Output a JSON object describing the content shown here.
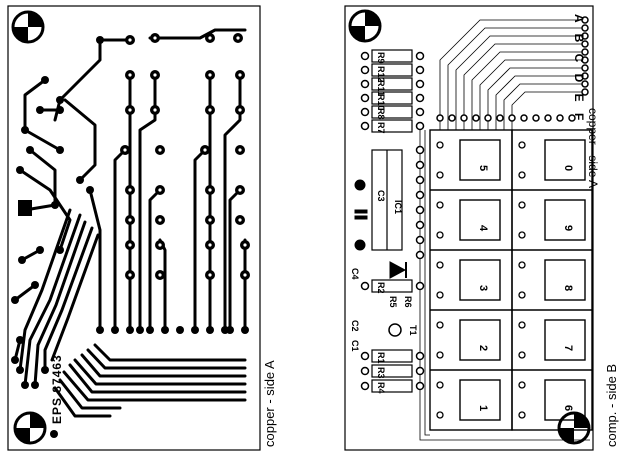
{
  "left_board": {
    "side_label": "copper - side A",
    "code_label": "EPS 87463"
  },
  "right_board": {
    "side_label": "comp. - side B",
    "copper_label": "copper - side A",
    "letters": [
      "A",
      "B",
      "C",
      "D",
      "E",
      "F"
    ],
    "resistors": [
      "R9",
      "R12",
      "R11",
      "R10",
      "R8",
      "R7",
      "R2",
      "R1",
      "R3",
      "R4",
      "R5",
      "R6"
    ],
    "components": [
      "C1",
      "C2",
      "C3",
      "C4",
      "IC1",
      "T1"
    ],
    "pads_labels": [
      "1",
      "2",
      "3",
      "4",
      "5",
      "6",
      "7",
      "8",
      "9",
      "0"
    ]
  },
  "colors": {
    "ink": "#000000",
    "paper": "#ffffff"
  }
}
